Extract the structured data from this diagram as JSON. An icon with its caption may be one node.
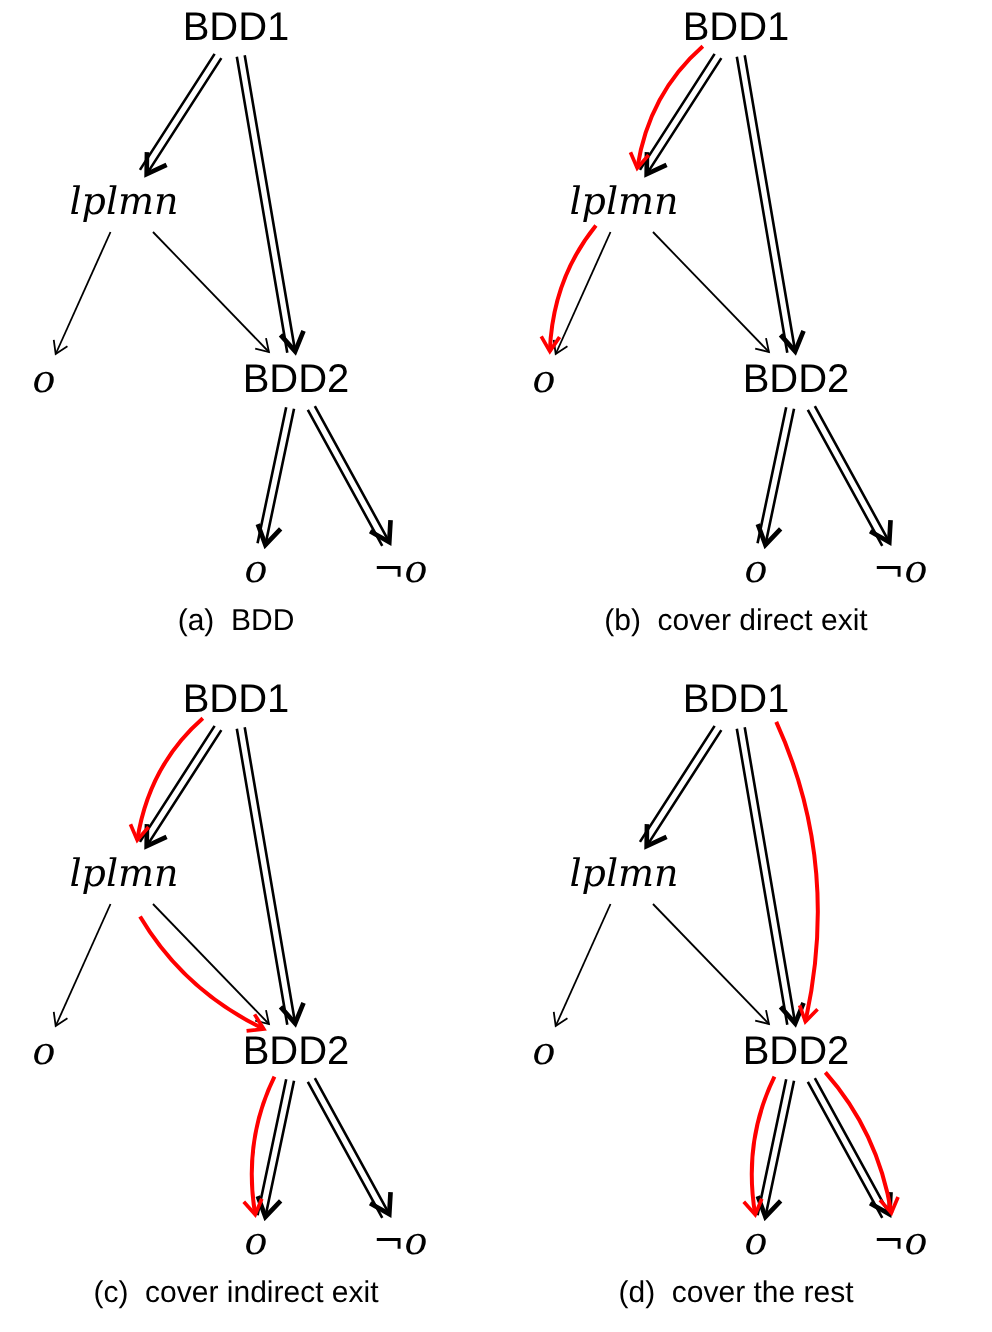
{
  "diagram": {
    "nodes": [
      {
        "text": [
          "BDD1"
        ]
      },
      {
        "text": [
          "lplmn"
        ]
      },
      {
        "text": [
          "o"
        ]
      },
      {
        "text": [
          "BDD2"
        ]
      },
      {
        "text": [
          "o"
        ]
      },
      {
        "text": [
          "¬o"
        ]
      },
      {
        "text": [
          "BDD1"
        ]
      },
      {
        "text": [
          "lplmn"
        ]
      },
      {
        "text": [
          "o"
        ]
      },
      {
        "text": [
          "BDD2"
        ]
      },
      {
        "text": [
          "o"
        ]
      },
      {
        "text": [
          "¬o"
        ]
      },
      {
        "text": [
          "BDD1"
        ]
      },
      {
        "text": [
          "lplmn"
        ]
      },
      {
        "text": [
          "o"
        ]
      },
      {
        "text": [
          "BDD2"
        ]
      },
      {
        "text": [
          "o"
        ]
      },
      {
        "text": [
          "¬o"
        ]
      },
      {
        "text": [
          "BDD1"
        ]
      },
      {
        "text": [
          "lplmn"
        ]
      },
      {
        "text": [
          "o"
        ]
      },
      {
        "text": [
          "BDD2"
        ]
      },
      {
        "text": [
          "o"
        ]
      },
      {
        "text": [
          "¬o"
        ]
      }
    ],
    "edges": [
      {
        "from": 0,
        "to": 1,
        "arrow": "to"
      },
      {
        "from": 0,
        "to": 3,
        "arrow": "to"
      },
      {
        "from": 1,
        "to": 2,
        "arrow": "to"
      },
      {
        "from": 1,
        "to": 3,
        "arrow": "to"
      },
      {
        "from": 3,
        "to": 4,
        "arrow": "to"
      },
      {
        "from": 3,
        "to": 5,
        "arrow": "to"
      },
      {
        "from": 6,
        "to": 7,
        "arrow": "to"
      },
      {
        "from": 6,
        "to": 9,
        "arrow": "to"
      },
      {
        "from": 7,
        "to": 8,
        "arrow": "to"
      },
      {
        "from": 7,
        "to": 9,
        "arrow": "to"
      },
      {
        "from": 9,
        "to": 10,
        "arrow": "to"
      },
      {
        "from": 9,
        "to": 11,
        "arrow": "to"
      },
      {
        "from": 6,
        "to": 7,
        "arrow": "to",
        "color": "#ff0000"
      },
      {
        "from": 7,
        "to": 8,
        "arrow": "to",
        "color": "#ff0000"
      },
      {
        "from": 12,
        "to": 13,
        "arrow": "to"
      },
      {
        "from": 12,
        "to": 15,
        "arrow": "to"
      },
      {
        "from": 13,
        "to": 14,
        "arrow": "to"
      },
      {
        "from": 13,
        "to": 15,
        "arrow": "to"
      },
      {
        "from": 15,
        "to": 16,
        "arrow": "to"
      },
      {
        "from": 15,
        "to": 17,
        "arrow": "to"
      },
      {
        "from": 12,
        "to": 13,
        "arrow": "to",
        "color": "#ff0000"
      },
      {
        "from": 13,
        "to": 15,
        "arrow": "to",
        "color": "#ff0000"
      },
      {
        "from": 15,
        "to": 16,
        "arrow": "to",
        "color": "#ff0000"
      },
      {
        "from": 18,
        "to": 19,
        "arrow": "to"
      },
      {
        "from": 18,
        "to": 21,
        "arrow": "to"
      },
      {
        "from": 19,
        "to": 20,
        "arrow": "to"
      },
      {
        "from": 19,
        "to": 21,
        "arrow": "to"
      },
      {
        "from": 21,
        "to": 22,
        "arrow": "to"
      },
      {
        "from": 21,
        "to": 23,
        "arrow": "to"
      },
      {
        "from": 18,
        "to": 21,
        "arrow": "to",
        "color": "#ff0000"
      },
      {
        "from": 21,
        "to": 22,
        "arrow": "to",
        "color": "#ff0000"
      },
      {
        "from": 21,
        "to": 23,
        "arrow": "to",
        "color": "#ff0000"
      }
    ],
    "labels": [
      "(a)  BDD",
      "(b)  cover direct exit",
      "(c)  cover indirect exit",
      "(d)  cover the rest"
    ]
  }
}
